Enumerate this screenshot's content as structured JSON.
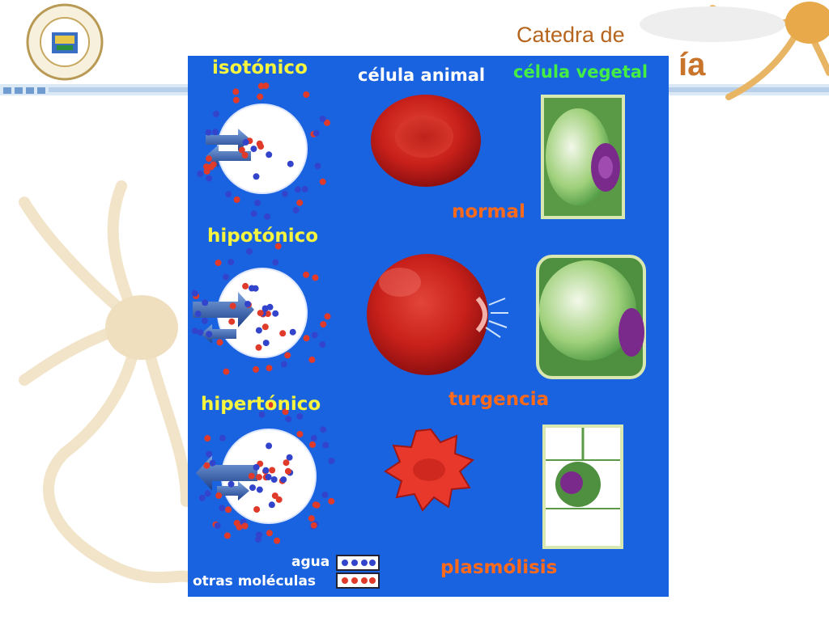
{
  "header": {
    "title": "Catedra de",
    "subtitle_visible": "ía"
  },
  "columns": {
    "animal": "célula animal",
    "plant": "célula vegetal"
  },
  "rows": [
    {
      "solution": "isotónico",
      "result": "normal"
    },
    {
      "solution": "hipotónico",
      "result": "turgencia"
    },
    {
      "solution": "hipertónico",
      "result": "plasmólisis"
    }
  ],
  "legend": {
    "water": "agua",
    "other": "otras moléculas"
  },
  "colors": {
    "panel": "#1a63e0",
    "title": "#b5651d",
    "solution_label": "#f5f540",
    "result_label": "#ff6a1a",
    "plant_label": "#44ee44",
    "water_dot": "#3344cc",
    "molecule_dot": "#e03a2a",
    "blood_cell": "#c8201a"
  }
}
